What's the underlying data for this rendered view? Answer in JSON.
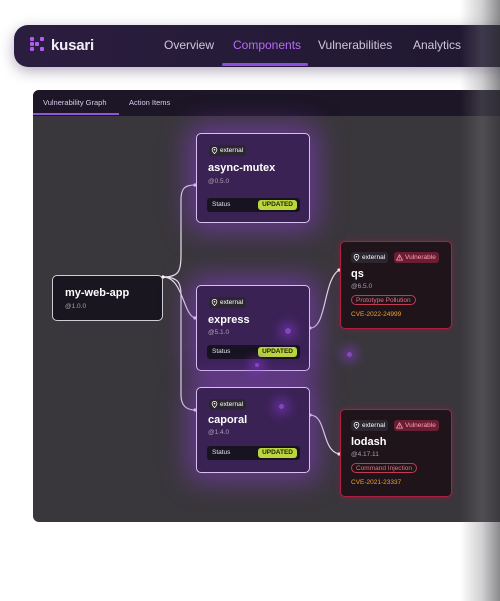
{
  "nav": {
    "brand": "kusari",
    "links": [
      "Overview",
      "Components",
      "Vulnerabilities",
      "Analytics"
    ],
    "active": "Components",
    "accent_color": "#8e4be0"
  },
  "panel": {
    "tabs": [
      "Vulnerability Graph",
      "Action Items"
    ],
    "active_tab": "Vulnerability Graph"
  },
  "graph": {
    "root": {
      "name": "my-web-app",
      "version": "@1.0.0"
    },
    "components": [
      {
        "id": "async-mutex",
        "badge": "external",
        "name": "async-mutex",
        "version": "@0.5.0",
        "status_label": "Status",
        "status": "UPDATED"
      },
      {
        "id": "express",
        "badge": "external",
        "name": "express",
        "version": "@5.1.0",
        "status_label": "Status",
        "status": "UPDATED"
      },
      {
        "id": "caporal",
        "badge": "external",
        "name": "caporal",
        "version": "@1.4.0",
        "status_label": "Status",
        "status": "UPDATED"
      }
    ],
    "vulnerable": [
      {
        "id": "qs",
        "badge": "external",
        "vuln_badge": "Vulnerable",
        "name": "qs",
        "version": "@6.5.0",
        "issue": "Prototype Pollution",
        "cve": "CVE-2022-24999"
      },
      {
        "id": "lodash",
        "badge": "external",
        "vuln_badge": "Vulnerable",
        "name": "lodash",
        "version": "@4.17.11",
        "issue": "Command Injection",
        "cve": "CVE-2021-23337"
      }
    ],
    "colors": {
      "updated": "#bcd63e",
      "vulnerable": "#b01f43",
      "cve": "#f0a42c"
    }
  }
}
